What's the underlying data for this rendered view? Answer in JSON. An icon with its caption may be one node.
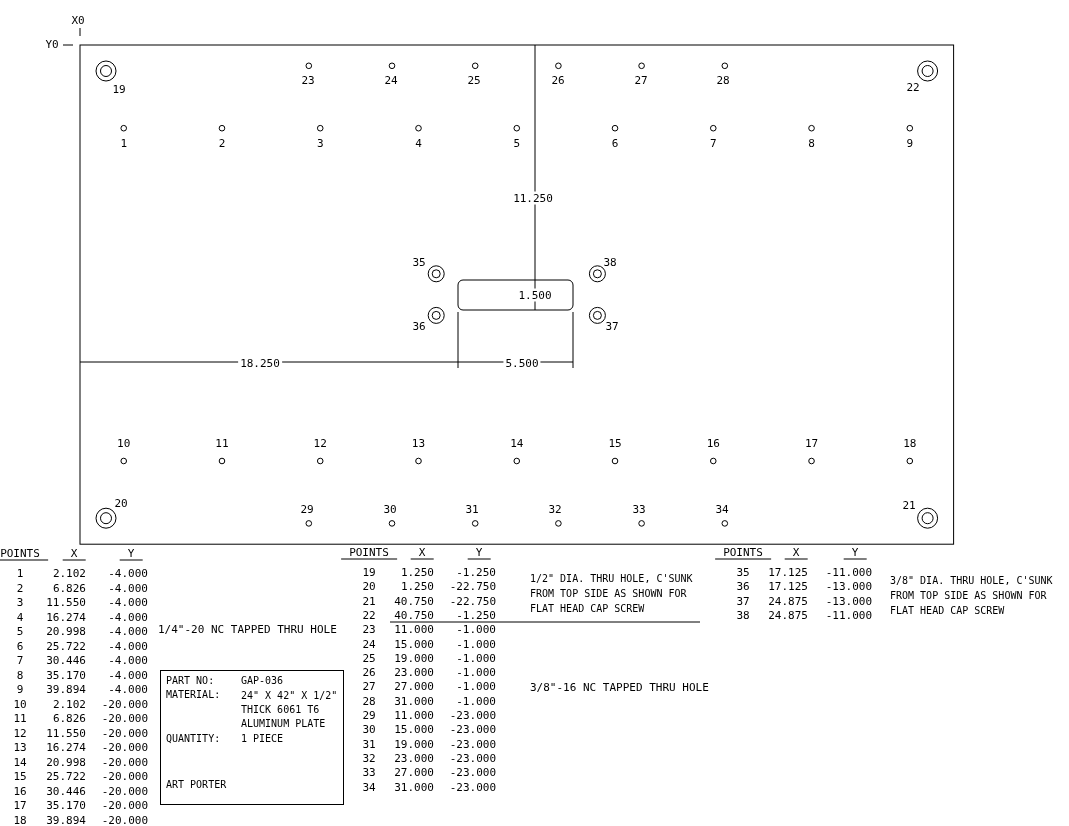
{
  "diagram": {
    "nodes": [
      {
        "text": [
          "PART NO:",
          "GAP-036",
          "MATERIAL:",
          "24\" X 42\" X 1/2\" THICK 6061 T6 ALUMINUM PLATE",
          "QUANTITY:",
          "1 PIECE",
          "ART PORTER"
        ]
      }
    ],
    "labels": [
      "X0",
      "Y0",
      "19",
      "23",
      "24",
      "25",
      "26",
      "27",
      "28",
      "22",
      "1",
      "2",
      "3",
      "4",
      "5",
      "6",
      "7",
      "8",
      "9",
      "11.250",
      "35",
      "38",
      "1.500",
      "36",
      "37",
      "18.250",
      "5.500",
      "10",
      "11",
      "12",
      "13",
      "14",
      "15",
      "16",
      "17",
      "18",
      "20",
      "29",
      "30",
      "31",
      "32",
      "33",
      "34",
      "21",
      "POINTS",
      "X",
      "Y",
      "1",
      "2.102",
      "-4.000",
      "2",
      "6.826",
      "-4.000",
      "3",
      "11.550",
      "-4.000",
      "4",
      "16.274",
      "-4.000",
      "5",
      "20.998",
      "-4.000",
      "6",
      "25.722",
      "-4.000",
      "7",
      "30.446",
      "-4.000",
      "8",
      "35.170",
      "-4.000",
      "9",
      "39.894",
      "-4.000",
      "10",
      "2.102",
      "-20.000",
      "11",
      "6.826",
      "-20.000",
      "12",
      "11.550",
      "-20.000",
      "13",
      "16.274",
      "-20.000",
      "14",
      "20.998",
      "-20.000",
      "15",
      "25.722",
      "-20.000",
      "16",
      "30.446",
      "-20.000",
      "17",
      "35.170",
      "-20.000",
      "18",
      "39.894",
      "-20.000",
      "1/4\"-20 NC TAPPED THRU HOLE",
      "POINTS",
      "X",
      "Y",
      "19",
      "1.250",
      "-1.250",
      "20",
      "1.250",
      "-22.750",
      "21",
      "40.750",
      "-22.750",
      "22",
      "40.750",
      "-1.250",
      "23",
      "11.000",
      "-1.000",
      "24",
      "15.000",
      "-1.000",
      "25",
      "19.000",
      "-1.000",
      "26",
      "23.000",
      "-1.000",
      "27",
      "27.000",
      "-1.000",
      "28",
      "31.000",
      "-1.000",
      "29",
      "11.000",
      "-23.000",
      "30",
      "15.000",
      "-23.000",
      "31",
      "19.000",
      "-23.000",
      "32",
      "23.000",
      "-23.000",
      "33",
      "27.000",
      "-23.000",
      "34",
      "31.000",
      "-23.000",
      "1/2\" DIA. THRU HOLE, C'SUNK FROM TOP SIDE AS SHOWN FOR FLAT HEAD CAP SCREW",
      "3/8\"-16 NC TAPPED THRU HOLE",
      "POINTS",
      "X",
      "Y",
      "35",
      "17.125",
      "-11.000",
      "36",
      "17.125",
      "-13.000",
      "37",
      "24.875",
      "-13.000",
      "38",
      "24.875",
      "-11.000",
      "3/8\" DIA. THRU HOLE, C'SUNK FROM TOP SIDE AS SHOWN FOR FLAT HEAD CAP SCREW"
    ]
  }
}
